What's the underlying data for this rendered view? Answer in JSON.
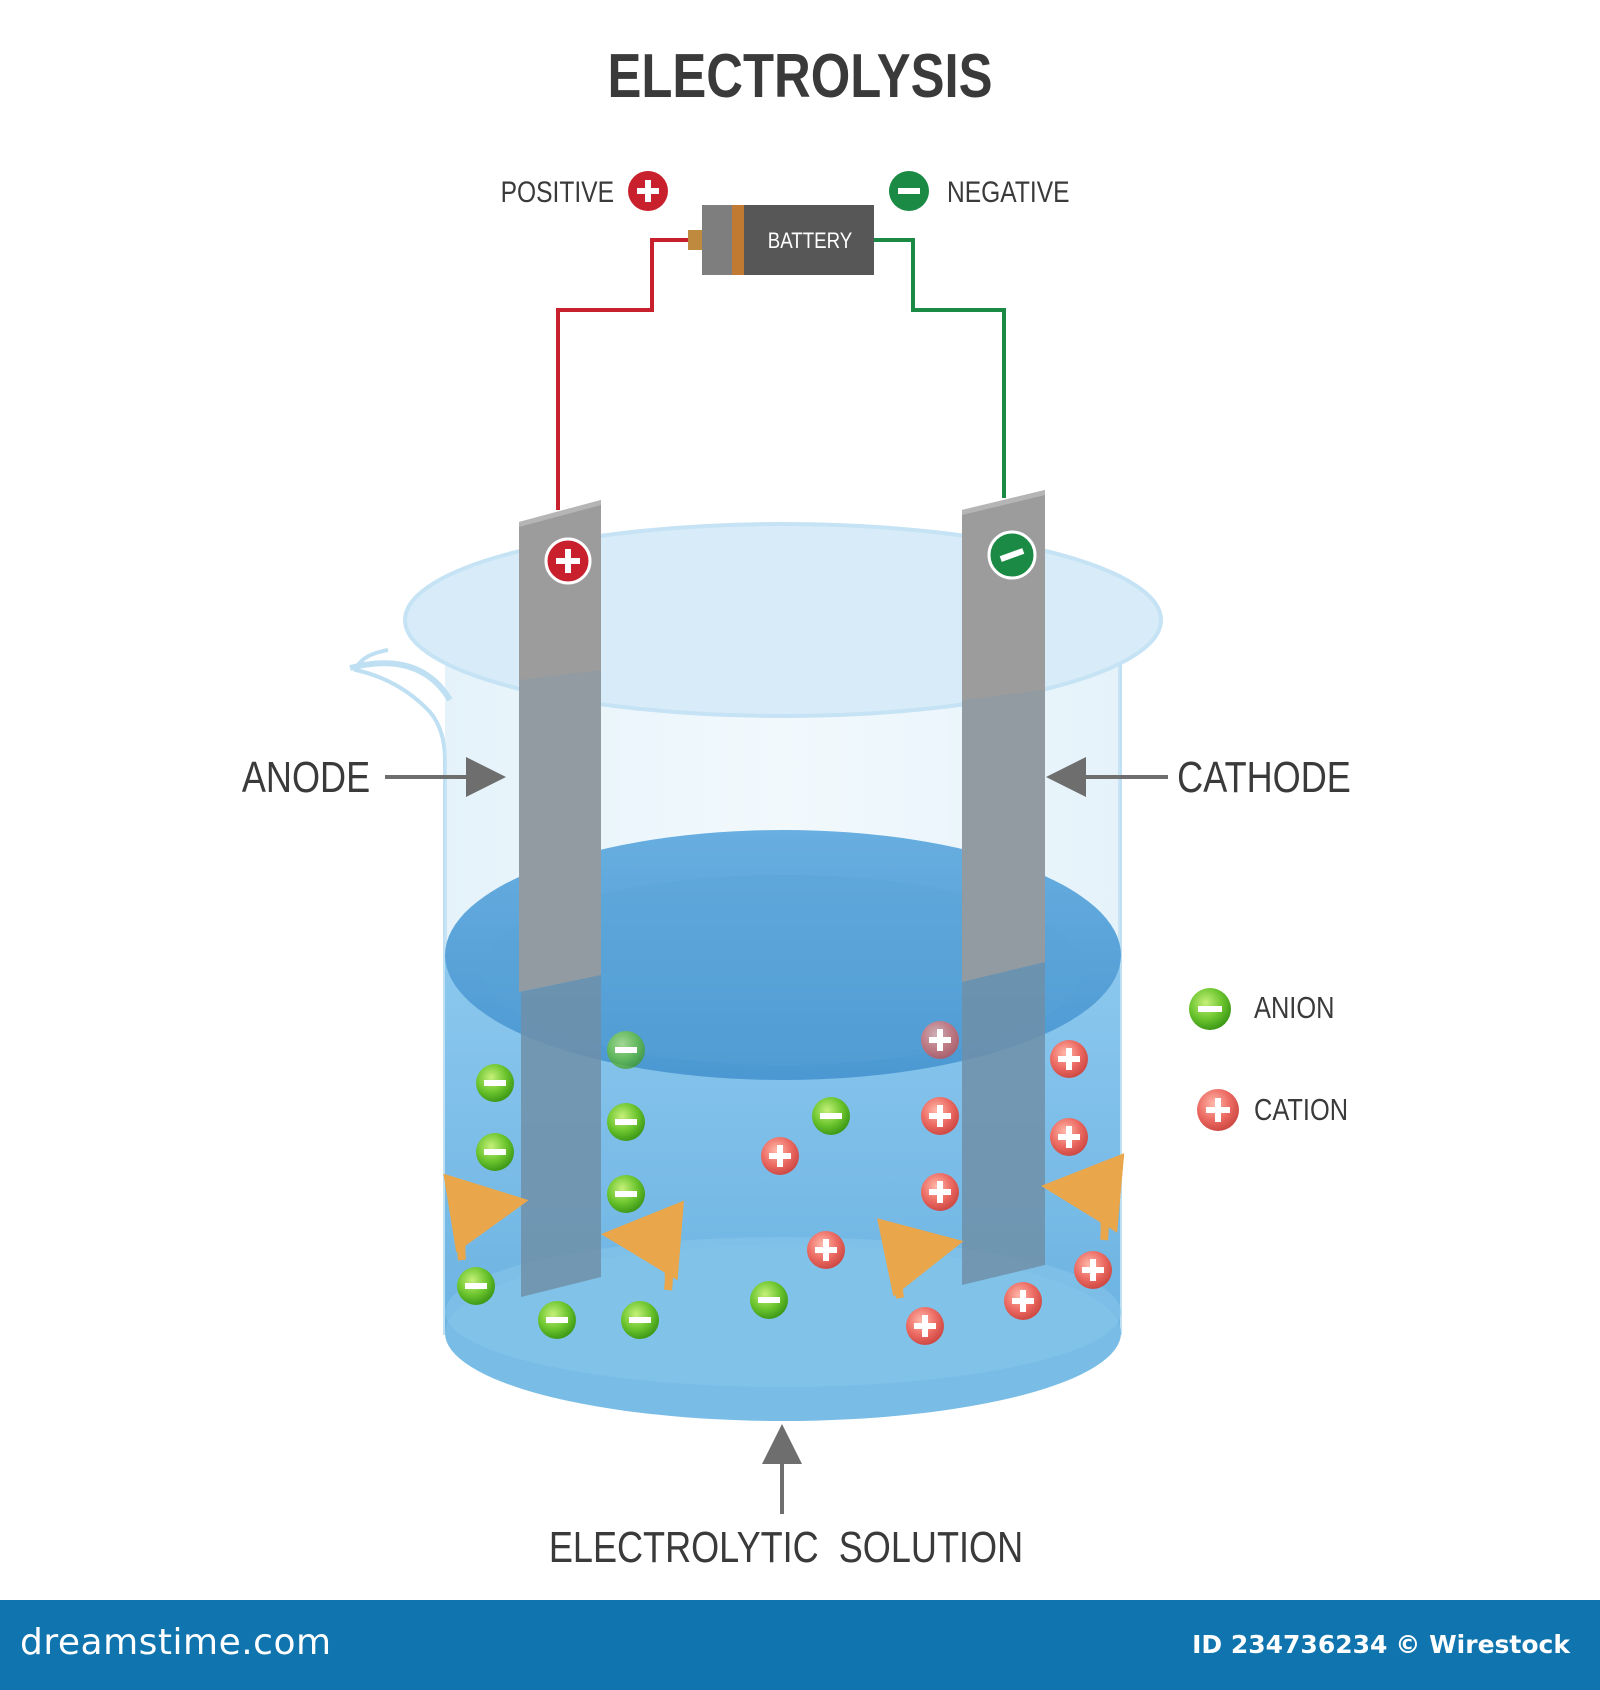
{
  "title": "ELECTROLYSIS",
  "battery": {
    "label": "BATTERY",
    "positive_label": "POSITIVE",
    "negative_label": "NEGATIVE"
  },
  "labels": {
    "anode": "ANODE",
    "cathode": "CATHODE",
    "solution": "ELECTROLYTIC  SOLUTION"
  },
  "legend": {
    "anion": "ANION",
    "cation": "CATION"
  },
  "watermark": {
    "site": "dreamstime.com",
    "id": "ID 234736234",
    "author": "© Wirestock"
  },
  "colors": {
    "positive": "#c8202c",
    "negative": "#1a8a45",
    "anion": "#6cc52e",
    "cation": "#ec6b63",
    "wire_positive": "#c8202c",
    "wire_negative": "#1a8a45",
    "solution": "#6fb6e2",
    "electrode": "#8e8e8e",
    "footer": "#1074ae"
  },
  "icons": {
    "positive": "plus-circle-icon",
    "negative": "minus-circle-icon",
    "arrow": "curved-arrow-icon"
  }
}
